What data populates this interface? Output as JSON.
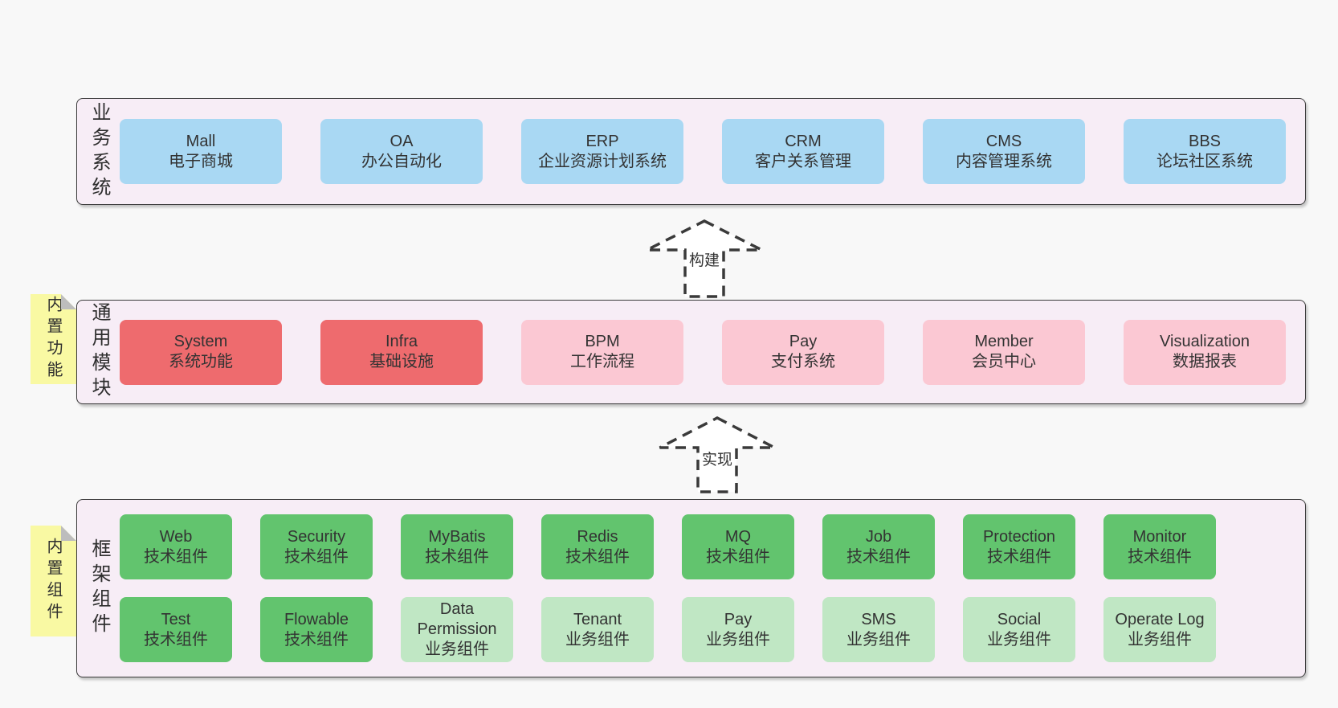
{
  "palette": {
    "page_bg": "#f8f8f8",
    "panel_bg": "#f7edf6",
    "panel_border": "#3b3b3b",
    "sticky_bg": "#f9f9a3",
    "sticky_fold": "#bdbdbd",
    "blue": "#a9d8f3",
    "red": "#ee6b6e",
    "pink": "#fbc8d3",
    "green": "#62c46e",
    "light_green": "#c0e7c4",
    "text": "#333333"
  },
  "sections": [
    {
      "id": "business-systems",
      "label": "业务系统",
      "sticky": null,
      "rows": [
        [
          {
            "name": "Mall",
            "desc": "电子商城",
            "variant": "blue"
          },
          {
            "name": "OA",
            "desc": "办公自动化",
            "variant": "blue"
          },
          {
            "name": "ERP",
            "desc": "企业资源计划系统",
            "variant": "blue"
          },
          {
            "name": "CRM",
            "desc": "客户关系管理",
            "variant": "blue"
          },
          {
            "name": "CMS",
            "desc": "内容管理系统",
            "variant": "blue"
          },
          {
            "name": "BBS",
            "desc": "论坛社区系统",
            "variant": "blue"
          }
        ]
      ]
    },
    {
      "id": "common-modules",
      "label": "通用模块",
      "sticky": "内置功能",
      "rows": [
        [
          {
            "name": "System",
            "desc": "系统功能",
            "variant": "red"
          },
          {
            "name": "Infra",
            "desc": "基础设施",
            "variant": "red"
          },
          {
            "name": "BPM",
            "desc": "工作流程",
            "variant": "pink"
          },
          {
            "name": "Pay",
            "desc": "支付系统",
            "variant": "pink"
          },
          {
            "name": "Member",
            "desc": "会员中心",
            "variant": "pink"
          },
          {
            "name": "Visualization",
            "desc": "数据报表",
            "variant": "pink"
          }
        ]
      ]
    },
    {
      "id": "framework-components",
      "label": "框架组件",
      "sticky": "内置组件",
      "rows": [
        [
          {
            "name": "Web",
            "desc": "技术组件",
            "variant": "green"
          },
          {
            "name": "Security",
            "desc": "技术组件",
            "variant": "green"
          },
          {
            "name": "MyBatis",
            "desc": "技术组件",
            "variant": "green"
          },
          {
            "name": "Redis",
            "desc": "技术组件",
            "variant": "green"
          },
          {
            "name": "MQ",
            "desc": "技术组件",
            "variant": "green"
          },
          {
            "name": "Job",
            "desc": "技术组件",
            "variant": "green"
          },
          {
            "name": "Protection",
            "desc": "技术组件",
            "variant": "green"
          },
          {
            "name": "Monitor",
            "desc": "技术组件",
            "variant": "green"
          }
        ],
        [
          {
            "name": "Test",
            "desc": "技术组件",
            "variant": "green"
          },
          {
            "name": "Flowable",
            "desc": "技术组件",
            "variant": "green"
          },
          {
            "name": "Data Permission",
            "desc": "业务组件",
            "variant": "light_green"
          },
          {
            "name": "Tenant",
            "desc": "业务组件",
            "variant": "light_green"
          },
          {
            "name": "Pay",
            "desc": "业务组件",
            "variant": "light_green"
          },
          {
            "name": "SMS",
            "desc": "业务组件",
            "variant": "light_green"
          },
          {
            "name": "Social",
            "desc": "业务组件",
            "variant": "light_green"
          },
          {
            "name": "Operate Log",
            "desc": "业务组件",
            "variant": "light_green"
          }
        ]
      ]
    }
  ],
  "arrows": [
    {
      "label": "构建"
    },
    {
      "label": "实现"
    }
  ]
}
